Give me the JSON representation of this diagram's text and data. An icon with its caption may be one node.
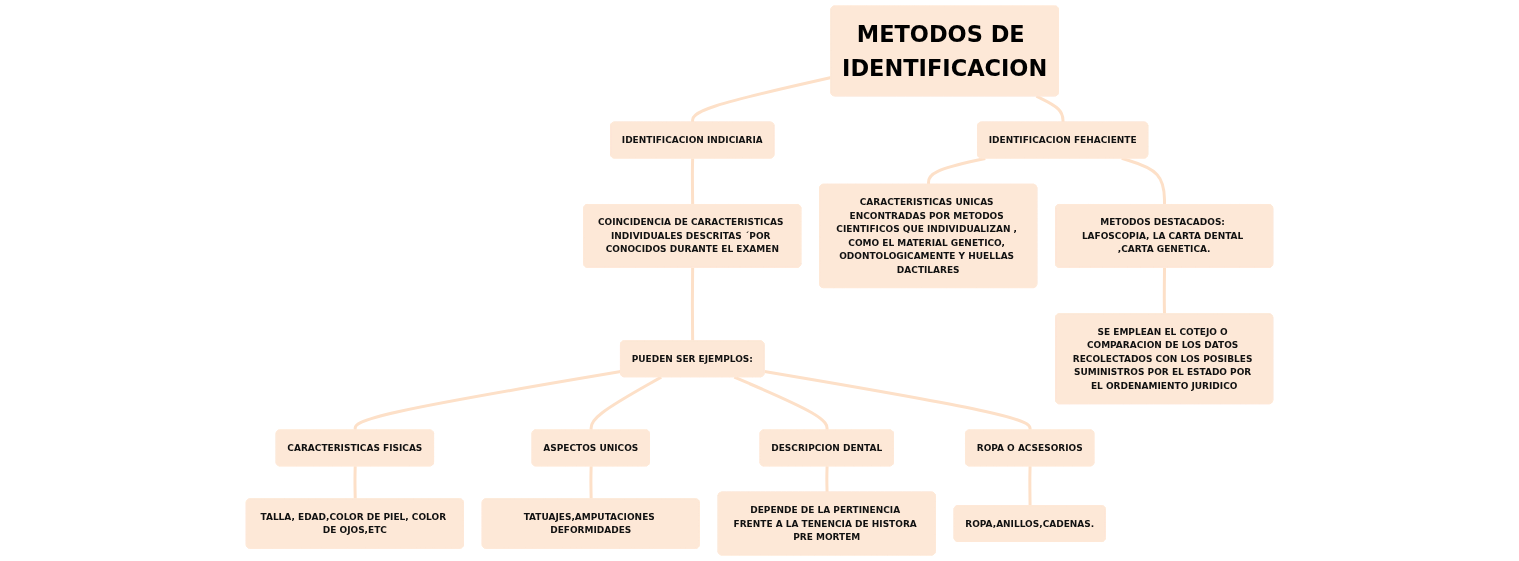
{
  "diagram": {
    "nodes": [
      {
        "text": [
          "METODOS DE IDENTIFICACION"
        ]
      },
      {
        "text": [
          "IDENTIFICACION INDICIARIA"
        ]
      },
      {
        "text": [
          "COINCIDENCIA DE CARACTERISTICAS INDIVIDUALES DESCRITAS ´POR CONOCIDOS DURANTE EL EXAMEN"
        ]
      },
      {
        "text": [
          "PUEDEN SER EJEMPLOS:"
        ]
      },
      {
        "text": [
          "CARACTERISTICAS FISICAS"
        ]
      },
      {
        "text": [
          "ASPECTOS UNICOS"
        ]
      },
      {
        "text": [
          "DESCRIPCION DENTAL"
        ]
      },
      {
        "text": [
          "ROPA O ACSESORIOS"
        ]
      },
      {
        "text": [
          "TALLA, EDAD,COLOR DE PIEL, COLOR DE OJOS,ETC"
        ]
      },
      {
        "text": [
          "TATUAJES,AMPUTACIONES DEFORMIDADES"
        ]
      },
      {
        "text": [
          "DEPENDE DE LA PERTINENCIA FRENTE A LA TENENCIA DE HISTORA PRE MORTEM"
        ]
      },
      {
        "text": [
          "ROPA,ANILLOS,CADENAS."
        ]
      },
      {
        "text": [
          "IDENTIFICACION FEHACIENTE"
        ]
      },
      {
        "text": [
          "CARACTERISTICAS UNICAS ENCONTRADAS POR METODOS CIENTIFICOS QUE INDIVIDUALIZAN , COMO EL MATERIAL GENETICO, ODONTOLOGICAMENTE Y HUELLAS DACTILARES"
        ]
      },
      {
        "text": [
          "METODOS DESTACADOS: LAFOSCOPIA, LA CARTA DENTAL ,CARTA GENETICA."
        ]
      },
      {
        "text": [
          "SE EMPLEAN EL COTEJO O COMPARACION DE LOS DATOS RECOLECTADOS CON LOS POSIBLES SUMINISTROS POR EL ESTADO POR EL ORDENAMIENTO JURIDICO"
        ]
      }
    ],
    "edges": [
      {
        "from": 0,
        "to": 1,
        "arrow": "none"
      },
      {
        "from": 1,
        "to": 2,
        "arrow": "none"
      },
      {
        "from": 2,
        "to": 3,
        "arrow": "none"
      },
      {
        "from": 3,
        "to": 4,
        "arrow": "none"
      },
      {
        "from": 3,
        "to": 5,
        "arrow": "none"
      },
      {
        "from": 3,
        "to": 6,
        "arrow": "none"
      },
      {
        "from": 3,
        "to": 7,
        "arrow": "none"
      },
      {
        "from": 4,
        "to": 8,
        "arrow": "none"
      },
      {
        "from": 5,
        "to": 9,
        "arrow": "none"
      },
      {
        "from": 6,
        "to": 10,
        "arrow": "none"
      },
      {
        "from": 7,
        "to": 11,
        "arrow": "none"
      },
      {
        "from": 0,
        "to": 12,
        "arrow": "none"
      },
      {
        "from": 12,
        "to": 13,
        "arrow": "none"
      },
      {
        "from": 12,
        "to": 14,
        "arrow": "none"
      },
      {
        "from": 14,
        "to": 15,
        "arrow": "none"
      }
    ]
  }
}
